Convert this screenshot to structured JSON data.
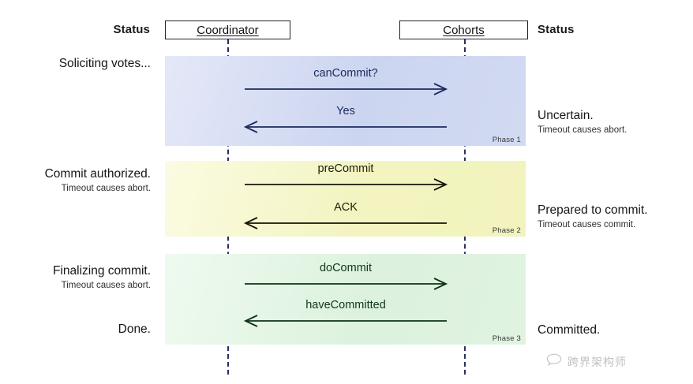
{
  "diagram": {
    "title": "Three-phase commit protocol sequence diagram",
    "header": {
      "status_left_label": "Status",
      "status_right_label": "Status",
      "actor_left": "Coordinator",
      "actor_right": "Cohorts"
    },
    "colors": {
      "phase1_band": "#ccd5f0",
      "phase2_band": "#f3f4c0",
      "phase3_band": "#dcf2de",
      "phase1_ink": "#1b2a5e",
      "phase2_ink": "#20200a",
      "phase3_ink": "#10351a",
      "lifeline": "#2a2f63",
      "actor_border": "#232323"
    },
    "phases": [
      {
        "tag": "Phase 1",
        "messages": [
          {
            "label": "canCommit?",
            "direction": "right"
          },
          {
            "label": "Yes",
            "direction": "left"
          }
        ]
      },
      {
        "tag": "Phase 2",
        "messages": [
          {
            "label": "preCommit",
            "direction": "right"
          },
          {
            "label": "ACK",
            "direction": "left"
          }
        ]
      },
      {
        "tag": "Phase 3",
        "messages": [
          {
            "label": "doCommit",
            "direction": "right"
          },
          {
            "label": "haveCommitted",
            "direction": "left"
          }
        ]
      }
    ],
    "coordinator_status": [
      {
        "main": "Soliciting votes...",
        "sub": ""
      },
      {
        "main": "Commit authorized.",
        "sub": "Timeout causes abort."
      },
      {
        "main": "Finalizing commit.",
        "sub": "Timeout causes abort."
      },
      {
        "main": "Done.",
        "sub": ""
      }
    ],
    "cohorts_status": [
      {
        "main": "Uncertain.",
        "sub": "Timeout causes abort."
      },
      {
        "main": "Prepared to commit.",
        "sub": "Timeout causes commit."
      },
      {
        "main": "Committed.",
        "sub": ""
      }
    ],
    "watermark": {
      "text": "跨界架构师",
      "icon": "chat-bubble-icon"
    }
  }
}
